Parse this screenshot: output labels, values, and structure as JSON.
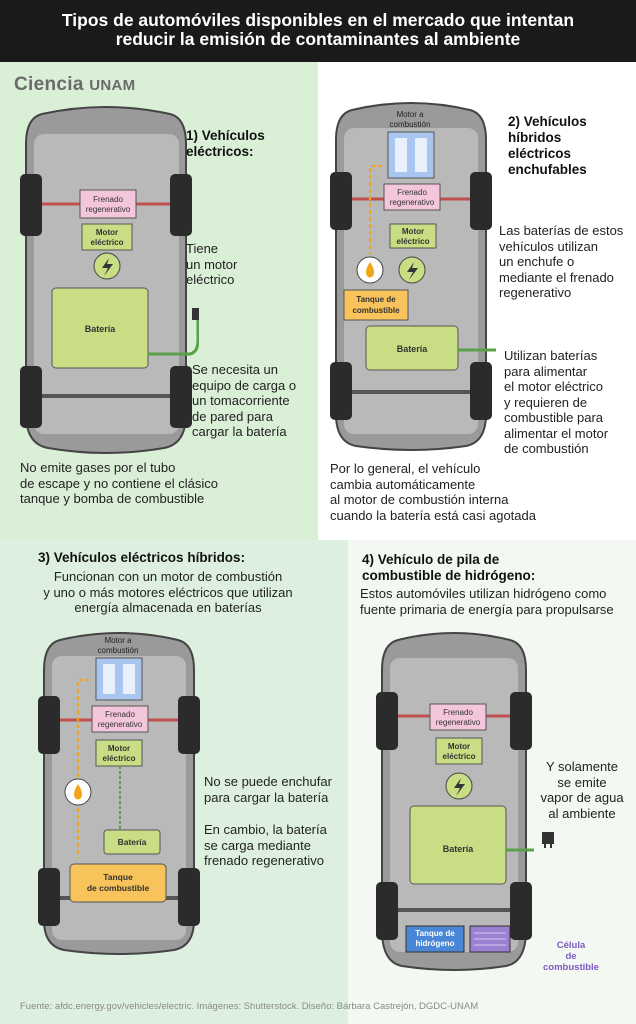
{
  "header": {
    "line1": "Tipos de automóviles disponibles en el mercado que intentan",
    "line2": "reducir la emisión de contaminantes al ambiente"
  },
  "logo": {
    "main": "Ciencia",
    "sub": "UNAM"
  },
  "labels": {
    "frenado1": "Frenado",
    "frenado2": "regenerativo",
    "motor1": "Motor",
    "motor2": "eléctrico",
    "combustion1": "Motor a",
    "combustion2": "combustión",
    "bateria": "Batería",
    "tanque1": "Tanque de",
    "tanque2": "combustible",
    "tanque3a": "Tanque",
    "tanque3b": "de combustible",
    "hidrogeno1": "Tanque de",
    "hidrogeno2": "hidrógeno",
    "celula1": "Célula",
    "celula2": "de",
    "celula3": "combustible"
  },
  "p1": {
    "title": [
      "1) Vehículos",
      "eléctricos:"
    ],
    "motor_note": [
      "Tiene",
      "un motor",
      "eléctrico"
    ],
    "charge_note": [
      "Se necesita un",
      "equipo de carga o",
      "un tomacorriente",
      "de pared para",
      "cargar la batería"
    ],
    "bottom": [
      "No emite gases por el tubo",
      "de escape y no contiene el clásico",
      "tanque y bomba de combustible"
    ]
  },
  "p2": {
    "title": [
      "2) Vehículos",
      "híbridos",
      "eléctricos",
      "enchufables"
    ],
    "battery_note": [
      "Las baterías de estos",
      "vehículos utilizan",
      "un enchufe o",
      "mediante el frenado",
      "regenerativo"
    ],
    "use_note": [
      "Utilizan baterías",
      "para alimentar",
      "el motor eléctrico",
      "y requieren de",
      "combustible para",
      "alimentar el motor",
      "de combustión"
    ],
    "bottom": [
      "Por lo general, el vehículo",
      "cambia automáticamente",
      "al motor de combustión interna",
      "cuando la batería está casi agotada"
    ]
  },
  "p3": {
    "title": "3) Vehículos eléctricos híbridos:",
    "intro": [
      "Funcionan con un motor de combustión",
      "y uno o más motores eléctricos que utilizan",
      "energía almacenada en baterías"
    ],
    "note1": [
      "No se puede enchufar",
      "para cargar la batería"
    ],
    "note2": [
      "En cambio, la batería",
      "se carga mediante",
      "frenado regenerativo"
    ]
  },
  "p4": {
    "title": [
      "4) Vehículo de pila de",
      "combustible de hidrógeno:"
    ],
    "intro": [
      "Estos automóviles utilizan hidrógeno como",
      "fuente primaria de energía para propulsarse"
    ],
    "note": [
      "Y solamente",
      "se emite",
      "vapor de agua",
      "al ambiente"
    ]
  },
  "footer": "Fuente: afdc.energy.gov/vehicles/electric. Imágenes: Shutterstock. Diseño: Bárbara Castrejón, DGDC-UNAM",
  "colors": {
    "header": "#1a1a1a",
    "panel1": "#d9efd6",
    "panel3": "#ddf0e0",
    "battery": "#c9de84",
    "brake": "#f4c6dc",
    "tank": "#f7c35a",
    "hydrogen": "#4a86d6",
    "cell": "#9b7fd0",
    "car": "#9a9a9a"
  }
}
